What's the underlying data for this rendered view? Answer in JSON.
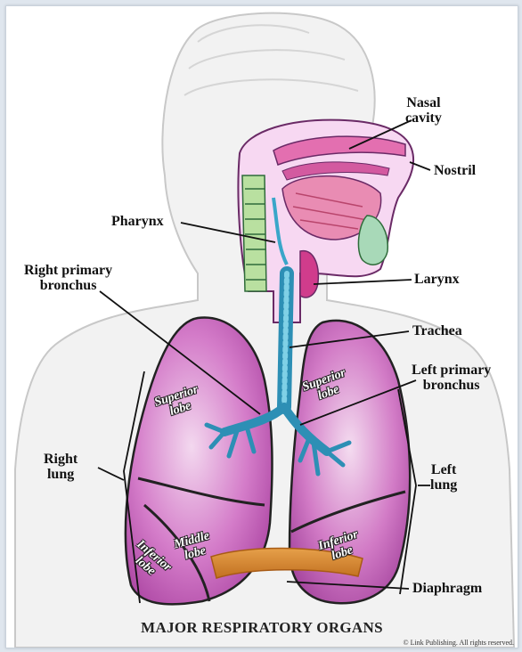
{
  "labels": {
    "nasal_cavity": [
      "Nasal",
      "cavity"
    ],
    "nostril": "Nostril",
    "pharynx": "Pharynx",
    "right_primary_bronchus": [
      "Right primary",
      "bronchus"
    ],
    "larynx": "Larynx",
    "trachea": "Trachea",
    "left_primary_bronchus": [
      "Left primary",
      "bronchus"
    ],
    "right_lung": [
      "Right",
      "lung"
    ],
    "left_lung": [
      "Left",
      "lung"
    ],
    "diaphragm": "Diaphragm"
  },
  "lobes": {
    "right_superior": [
      "Superior",
      "lobe"
    ],
    "left_superior": [
      "Superior",
      "lobe"
    ],
    "middle": [
      "Middle",
      "lobe"
    ],
    "right_inferior": [
      "Inferior",
      "lobe"
    ],
    "left_inferior": [
      "Inferior",
      "lobe"
    ]
  },
  "caption": "MAJOR RESPIRATORY ORGANS",
  "copyright": "© Link Publishing. All rights reserved.",
  "colors": {
    "lung": "#c64bb8",
    "lung_light": "#efc9ec",
    "bronchi": "#3aa6c9",
    "diaphragm": "#d9892c",
    "body_outline": "#c8c8c8"
  }
}
